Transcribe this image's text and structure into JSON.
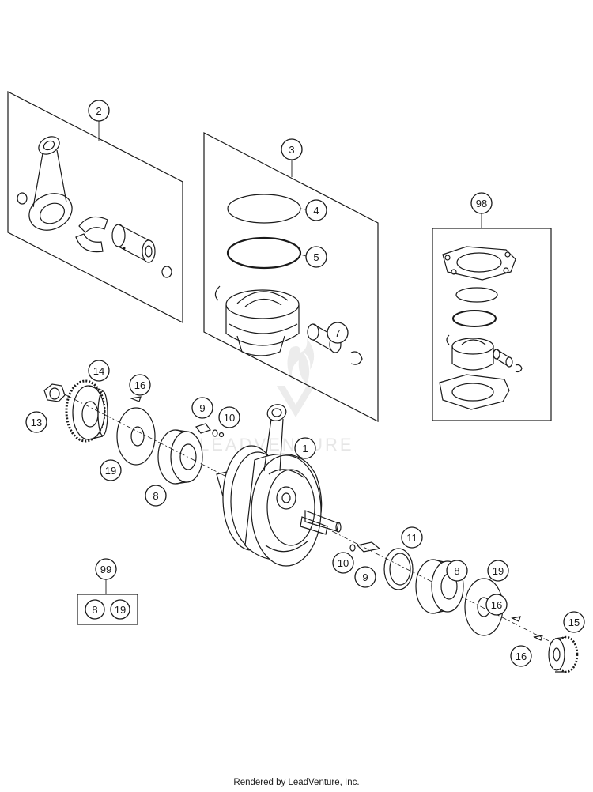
{
  "diagram": {
    "watermark": "LEADVENTURE",
    "callouts": [
      "1",
      "2",
      "3",
      "4",
      "5",
      "7",
      "8",
      "8",
      "9",
      "9",
      "10",
      "10",
      "11",
      "13",
      "14",
      "15",
      "16",
      "16",
      "16",
      "19",
      "19",
      "98",
      "99"
    ],
    "kit_contents": [
      "8",
      "19"
    ]
  },
  "footer": {
    "text": "Rendered by LeadVenture, Inc."
  }
}
